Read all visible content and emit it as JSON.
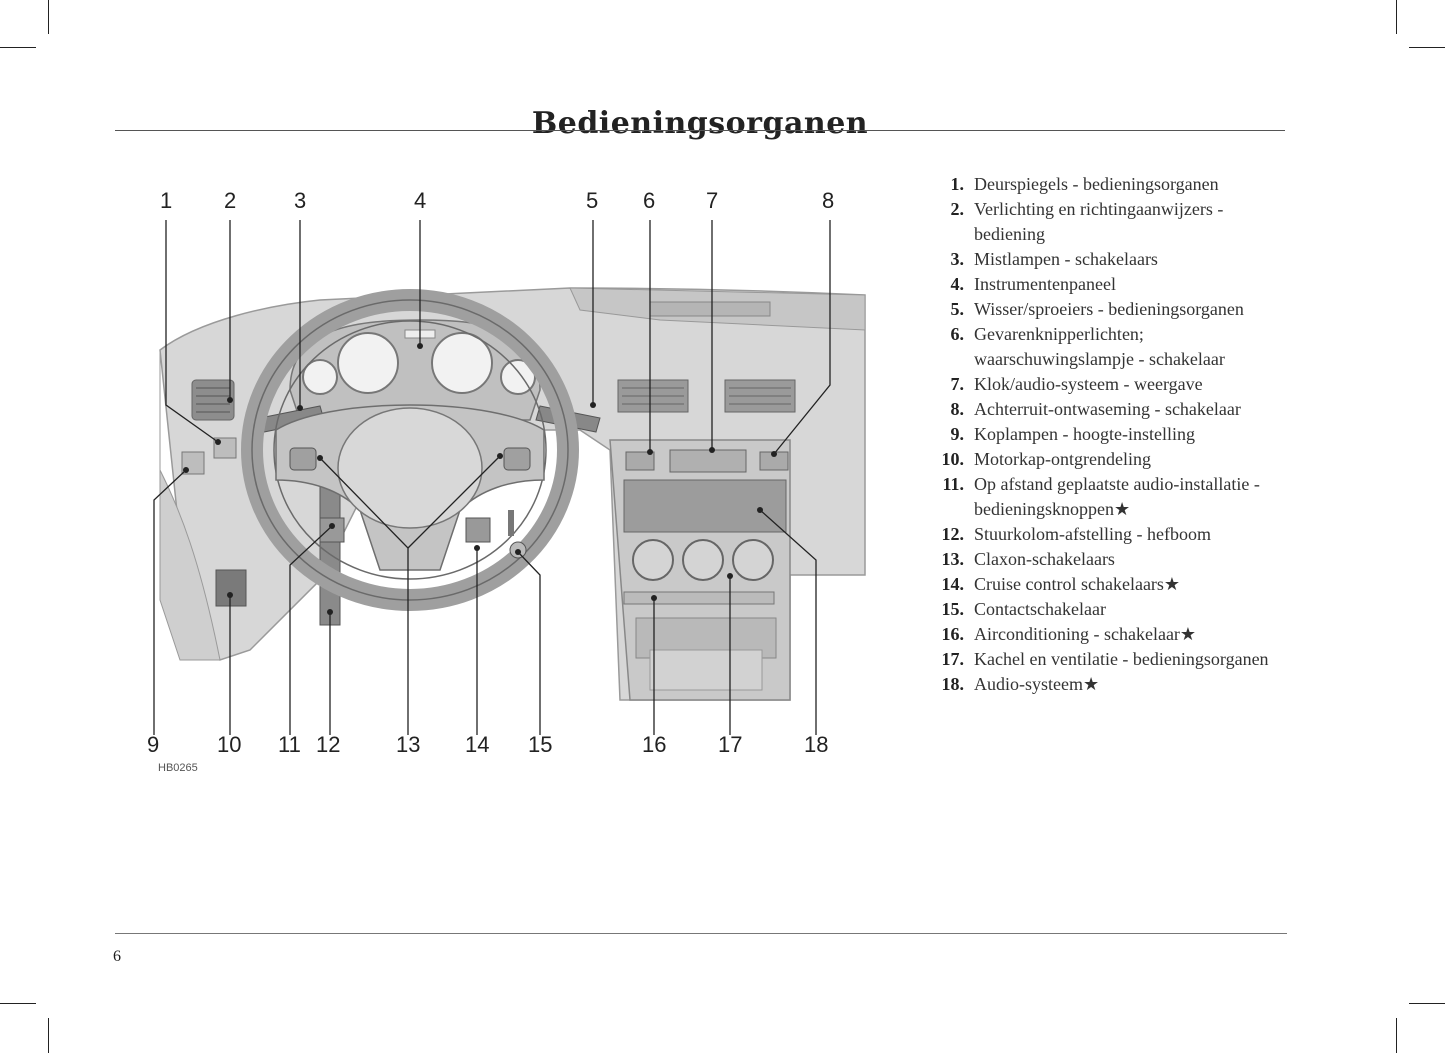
{
  "page": {
    "title": "Bedieningsorganen",
    "page_number": "6"
  },
  "figure": {
    "code": "HB0265",
    "top_callouts": [
      "1",
      "2",
      "3",
      "4",
      "5",
      "6",
      "7",
      "8"
    ],
    "bottom_callouts": [
      "9",
      "10",
      "11",
      "12",
      "13",
      "14",
      "15",
      "16",
      "17",
      "18"
    ]
  },
  "legend": [
    {
      "n": "1.",
      "t": "Deurspiegels - bedieningsorganen"
    },
    {
      "n": "2.",
      "t": "Verlichting en richtingaanwijzers - bediening"
    },
    {
      "n": "3.",
      "t": "Mistlampen - schakelaars"
    },
    {
      "n": "4.",
      "t": "Instrumentenpaneel"
    },
    {
      "n": "5.",
      "t": "Wisser/sproeiers - bedieningsorganen"
    },
    {
      "n": "6.",
      "t": "Gevarenknipperlichten; waarschuwingslampje - schakelaar"
    },
    {
      "n": "7.",
      "t": "Klok/audio-systeem - weergave"
    },
    {
      "n": "8.",
      "t": "Achterruit-ontwaseming - schakelaar"
    },
    {
      "n": "9.",
      "t": "Koplampen - hoogte-instelling"
    },
    {
      "n": "10.",
      "t": "Motorkap-ontgrendeling"
    },
    {
      "n": "11.",
      "t": "Op afstand geplaatste audio-installatie - bedieningsknoppen★"
    },
    {
      "n": "12.",
      "t": "Stuurkolom-afstelling - hefboom"
    },
    {
      "n": "13.",
      "t": "Claxon-schakelaars"
    },
    {
      "n": "14.",
      "t": "Cruise control schakelaars★"
    },
    {
      "n": "15.",
      "t": "Contactschakelaar"
    },
    {
      "n": "16.",
      "t": "Airconditioning - schakelaar★"
    },
    {
      "n": "17.",
      "t": "Kachel en ventilatie - bedieningsorganen"
    },
    {
      "n": "18.",
      "t": "Audio-systeem★"
    }
  ]
}
